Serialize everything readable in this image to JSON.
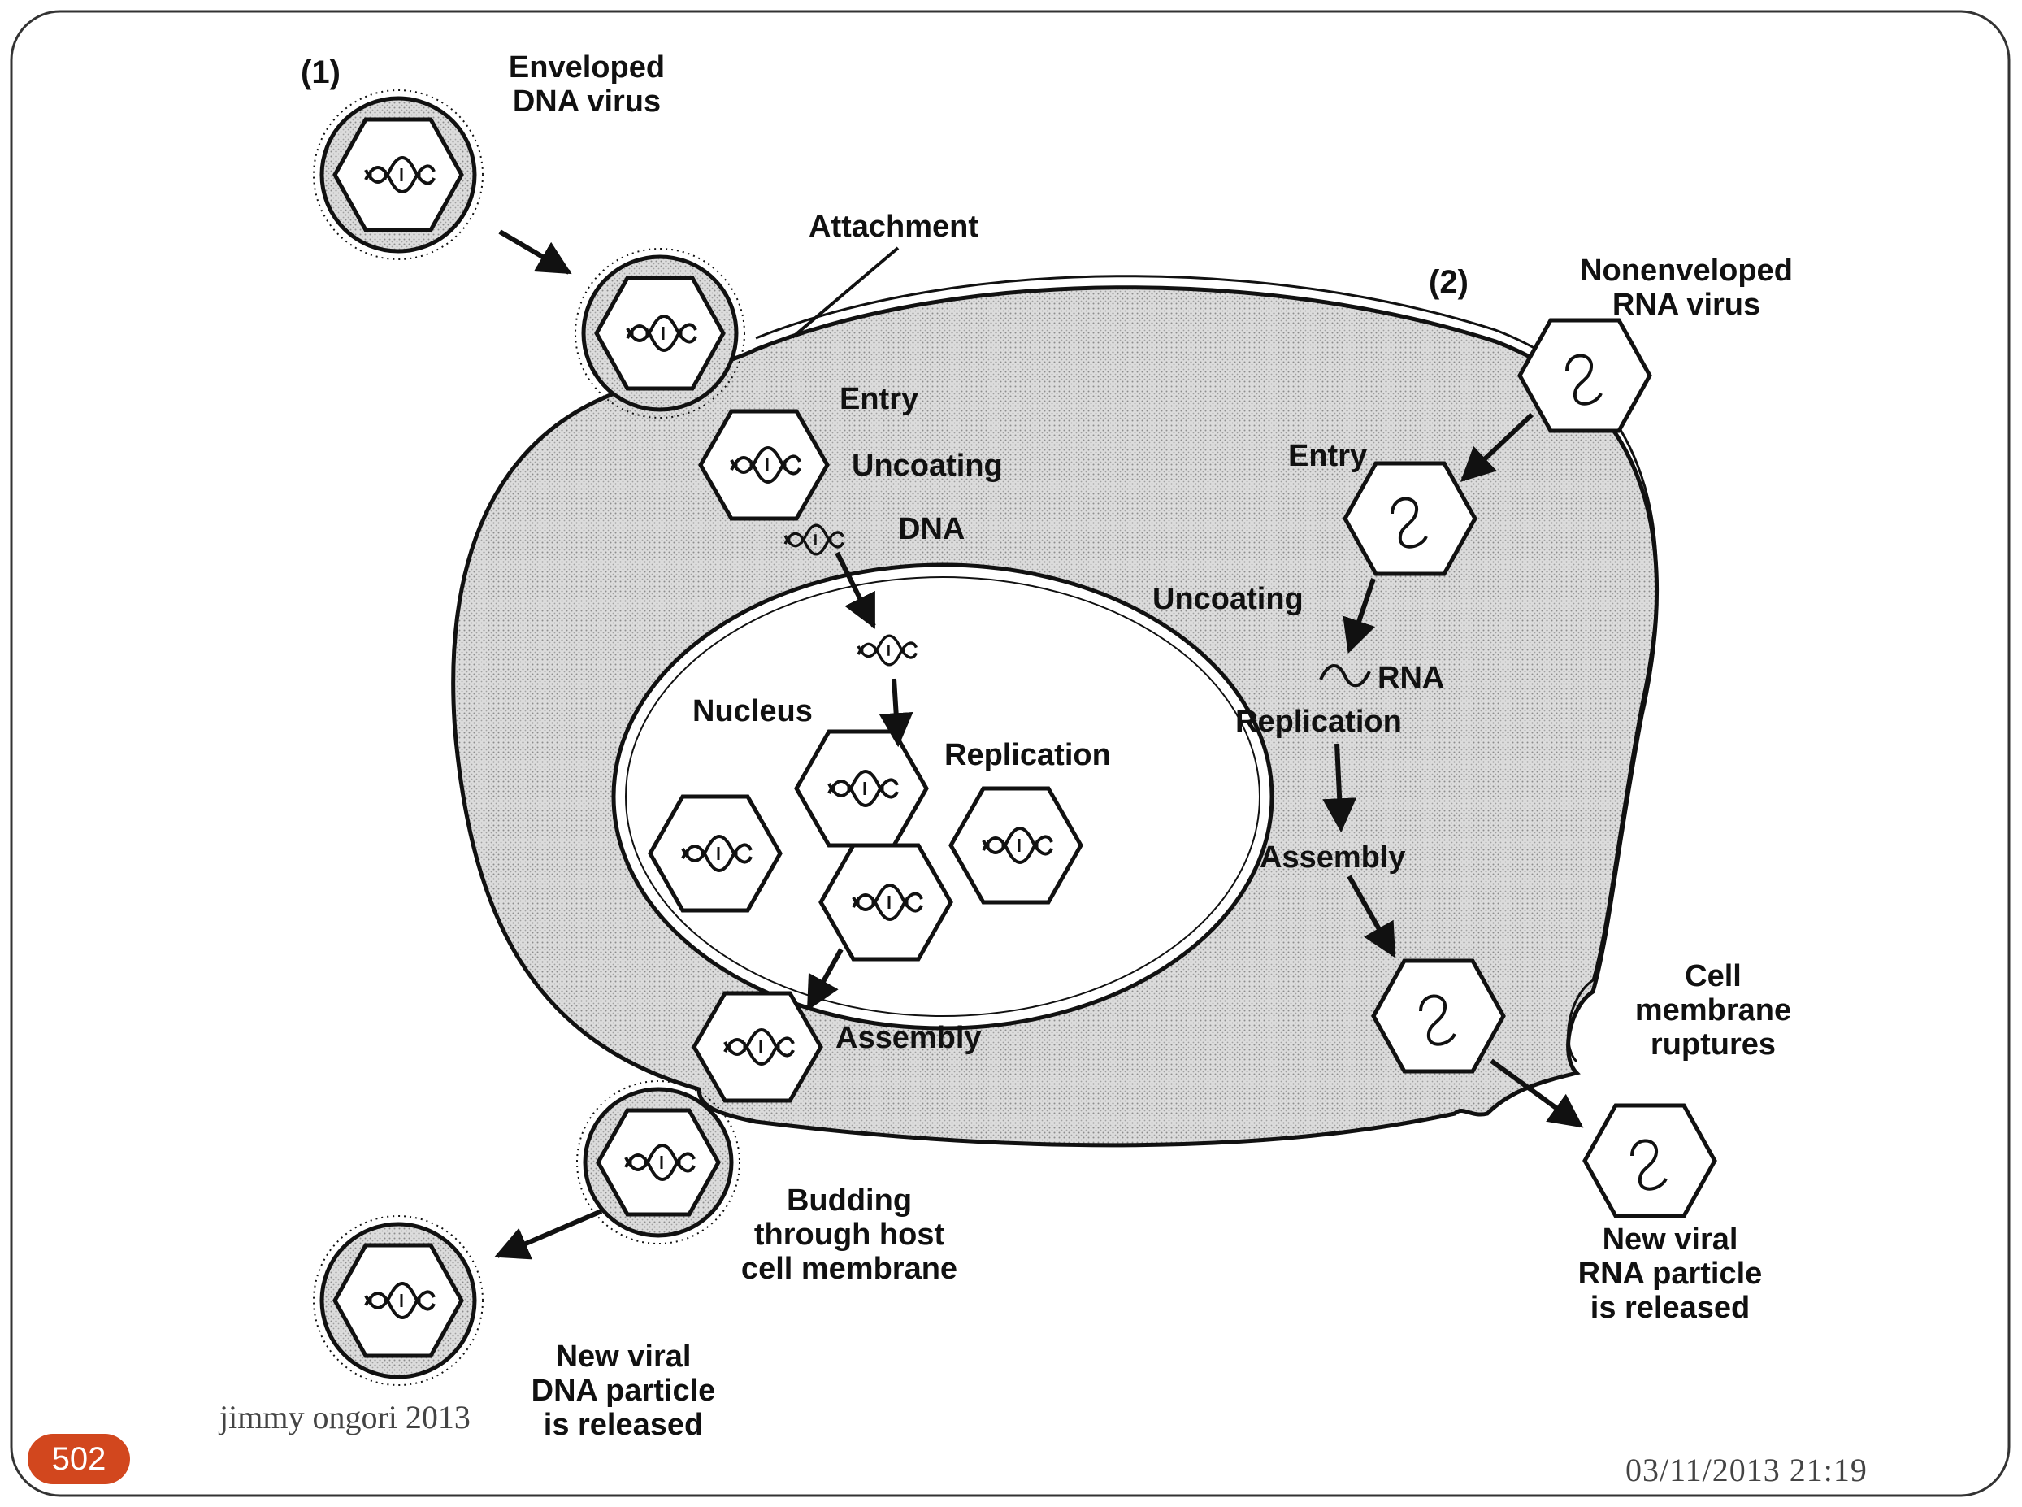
{
  "diagram": {
    "panel1_number": "(1)",
    "panel1_title": [
      "Enveloped",
      "DNA virus"
    ],
    "attachment": "Attachment",
    "dna_entry": "Entry",
    "dna_uncoating": "Uncoating",
    "dna_label": "DNA",
    "nucleus": "Nucleus",
    "replication": "Replication",
    "dna_assembly": "Assembly",
    "budding": [
      "Budding",
      "through host",
      "cell membrane"
    ],
    "dna_released": [
      "New viral",
      "DNA particle",
      "is released"
    ],
    "panel2_number": "(2)",
    "panel2_title": [
      "Nonenveloped",
      "RNA virus"
    ],
    "rna_entry": "Entry",
    "rna_uncoating": "Uncoating",
    "rna_label": "RNA",
    "rna_replication": "Replication",
    "rna_assembly": "Assembly",
    "membrane_ruptures": [
      "Cell",
      "membrane",
      "ruptures"
    ],
    "rna_released": [
      "New viral",
      "RNA particle",
      "is released"
    ]
  },
  "footer": {
    "author": "jimmy ongori 2013",
    "date": "03/11/2013 21:19",
    "page_number": "502"
  },
  "colors": {
    "accent": "#d2471e",
    "cytoplasm": "#d4d4d4",
    "ink": "#111111"
  }
}
